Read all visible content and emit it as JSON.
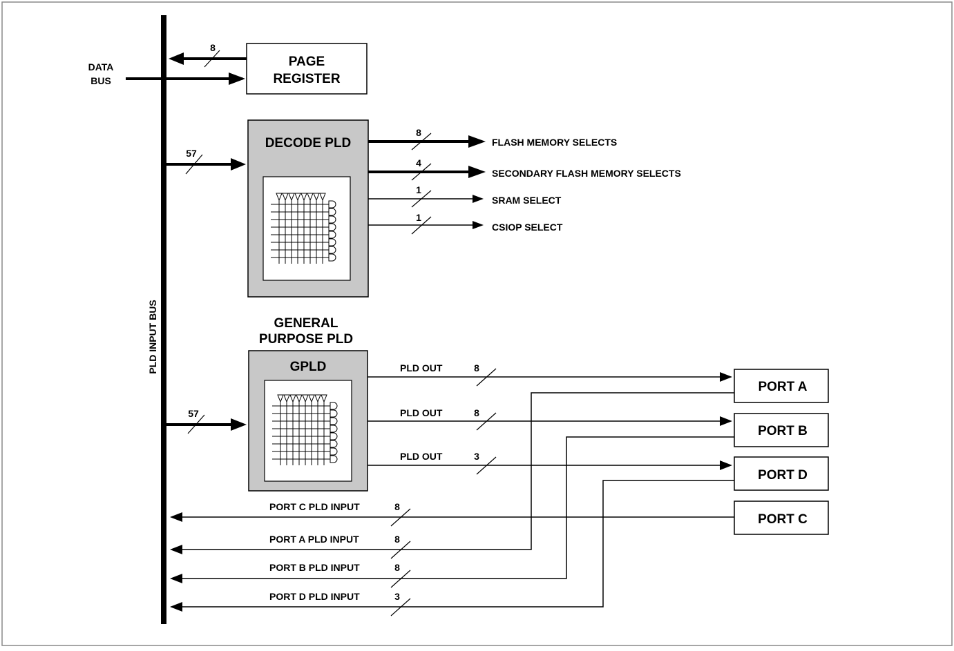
{
  "data_bus": {
    "line1": "DATA",
    "line2": "BUS"
  },
  "pld_input_bus": "PLD INPUT BUS",
  "page_register": {
    "line1": "PAGE",
    "line2": "REGISTER",
    "bus_width": "8"
  },
  "decode_pld": {
    "title": "DECODE PLD",
    "input_width": "57",
    "outputs": [
      {
        "label": "FLASH MEMORY SELECTS",
        "width": "8"
      },
      {
        "label": "SECONDARY FLASH MEMORY SELECTS",
        "width": "4"
      },
      {
        "label": "SRAM SELECT",
        "width": "1"
      },
      {
        "label": "CSIOP SELECT",
        "width": "1"
      }
    ]
  },
  "gpld": {
    "caption_line1": "GENERAL",
    "caption_line2": "PURPOSE PLD",
    "title": "GPLD",
    "input_width": "57",
    "outputs": [
      {
        "label": "PLD OUT",
        "width": "8"
      },
      {
        "label": "PLD OUT",
        "width": "8"
      },
      {
        "label": "PLD OUT",
        "width": "3"
      }
    ]
  },
  "ports": [
    "PORT A",
    "PORT B",
    "PORT D",
    "PORT C"
  ],
  "port_inputs": [
    {
      "label": "PORT C PLD INPUT",
      "width": "8"
    },
    {
      "label": "PORT A PLD INPUT",
      "width": "8"
    },
    {
      "label": "PORT B PLD INPUT",
      "width": "8"
    },
    {
      "label": "PORT D PLD INPUT",
      "width": "3"
    }
  ],
  "colors": {
    "block_fill": "#c8c8c8",
    "line": "#000000",
    "frame": "#888888"
  }
}
